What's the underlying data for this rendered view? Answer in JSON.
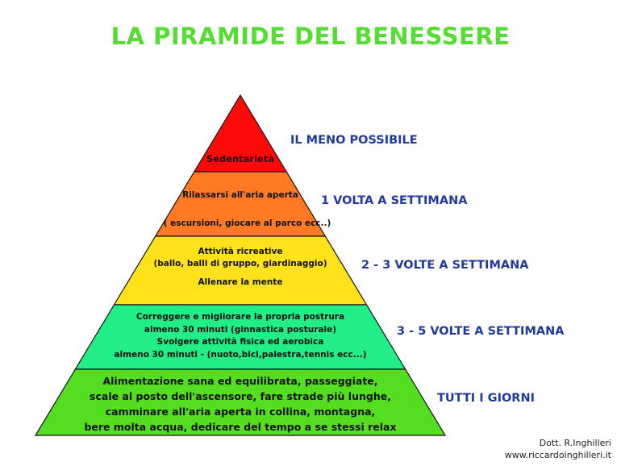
{
  "title": "LA PIRAMIDE DEL BENESSERE",
  "colors": {
    "title": "#55dd33",
    "frequency_text": "#1f3a9e",
    "level_1": "#ff0a0a",
    "level_2": "#ff7a22",
    "level_3": "#ffe21a",
    "level_4": "#22ee88",
    "level_5": "#55dd22"
  },
  "levels": [
    {
      "lines": [
        "Sedentarietà"
      ],
      "frequency": "IL MENO POSSIBILE"
    },
    {
      "lines": [
        "Rilassarsi all'aria aperta",
        "( escursioni, giocare al parco ecc..)"
      ],
      "frequency": "1 VOLTA A SETTIMANA"
    },
    {
      "lines": [
        "Attività ricreative",
        "(ballo, balli di gruppo, giardinaggio)",
        "Allenare la mente"
      ],
      "frequency": "2 - 3 VOLTE A SETTIMANA"
    },
    {
      "lines": [
        "Correggere e migliorare la propria postrura",
        "almeno 30 minuti (ginnastica posturale)",
        "Svolgere attività fisica ed aerobica",
        "almeno 30 minuti - (nuoto,bici,palestra,tennis ecc...)"
      ],
      "frequency": "3 - 5 VOLTE A SETTIMANA"
    },
    {
      "lines": [
        "Alimentazione sana ed equilibrata, passeggiate,",
        "scale al posto dell'ascensore, fare strade più lunghe,",
        "camminare all'aria aperta in collina, montagna,",
        "bere molta acqua, dedicare del tempo a se stessi relax"
      ],
      "frequency": "TUTTI I GIORNI"
    }
  ],
  "credit": {
    "author": "Dott. R.Inghilleri",
    "website": "www.riccardoinghilleri.it"
  }
}
